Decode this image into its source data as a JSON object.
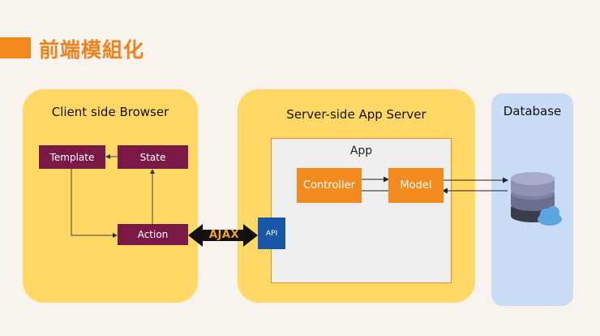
{
  "title": "前端模組化",
  "panels": {
    "client": "Client side Browser",
    "server": "Server-side App Server",
    "database": "Database"
  },
  "app": {
    "label": "App",
    "controller": "Controller",
    "model": "Model"
  },
  "client": {
    "template": "Template",
    "state": "State",
    "action": "Action"
  },
  "connector": {
    "ajax": "AJAX",
    "api": "API"
  },
  "colors": {
    "accent": "#f28a1e",
    "panel_yellow": "#ffd866",
    "panel_blue": "#c8dcf5",
    "maroon": "#7a1846",
    "api_blue": "#1a56a6"
  },
  "icons": [
    "database-icon",
    "cloud-icon"
  ]
}
